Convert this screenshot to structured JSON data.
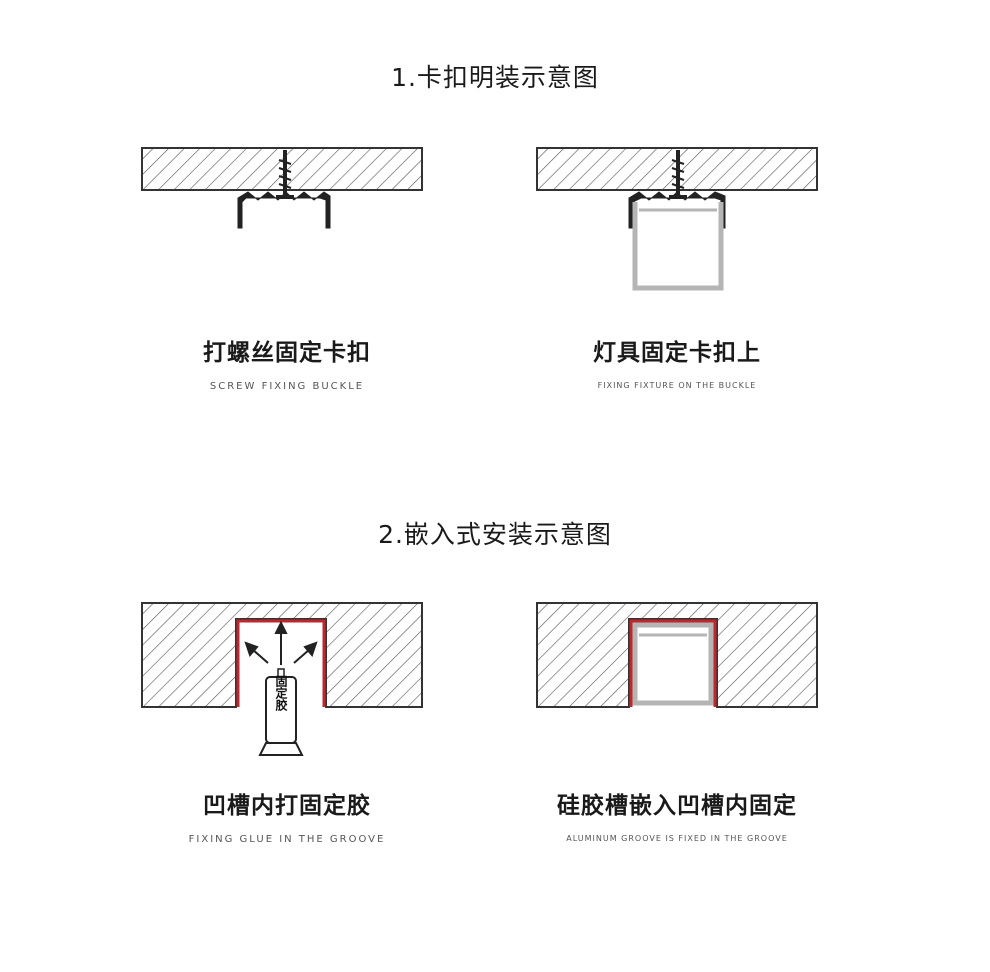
{
  "section1": {
    "title": "1.卡扣明装示意图",
    "panels": [
      {
        "caption_zh": "打螺丝固定卡扣",
        "caption_en": "SCREW FIXING BUCKLE"
      },
      {
        "caption_zh": "灯具固定卡扣上",
        "caption_en": "FIXING FIXTURE ON THE BUCKLE"
      }
    ]
  },
  "section2": {
    "title": "2.嵌入式安装示意图",
    "panels": [
      {
        "caption_zh": "凹槽内打固定胶",
        "caption_en": "FIXING GLUE IN THE GROOVE",
        "tube_label": "固定胶"
      },
      {
        "caption_zh": "硅胶槽嵌入凹槽内固定",
        "caption_en": "ALUMINUM GROOVE IS FIXED IN THE GROOVE"
      }
    ]
  },
  "colors": {
    "line": "#333333",
    "glue": "#c0272d",
    "profile": "#b5b5b5"
  }
}
